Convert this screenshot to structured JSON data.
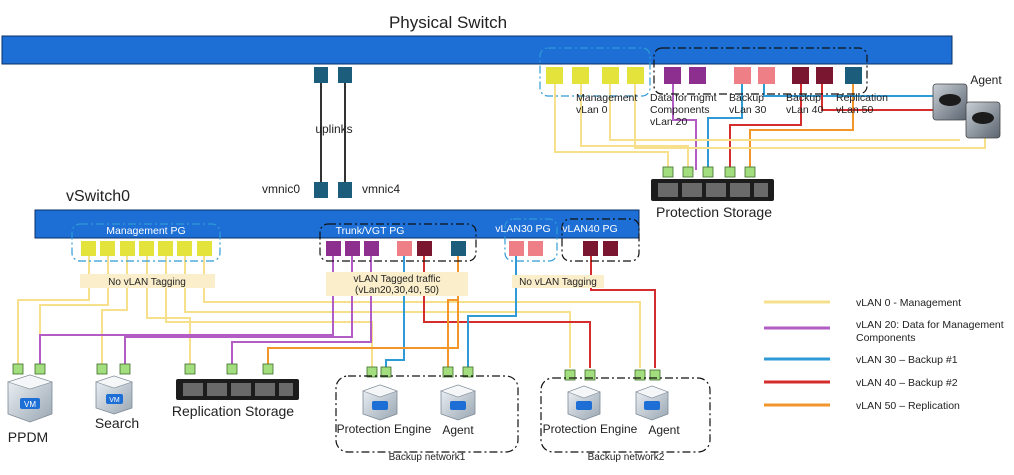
{
  "physical_switch": {
    "title": "Physical Switch"
  },
  "uplinks": {
    "label": "uplinks",
    "vmnic0": "vmnic0",
    "vmnic4": "vmnic4"
  },
  "vswitch": {
    "title": "vSwitch0"
  },
  "port_groups": {
    "management": "Management PG",
    "trunk": "Trunk/VGT PG",
    "vlan30": "vLAN30 PG",
    "vlan40": "vLAN40 PG"
  },
  "tags": {
    "no_tag_left": "No vLAN Tagging",
    "tagged_line1": "vLAN Tagged traffic",
    "tagged_line2": "(vLan20,30,40, 50)",
    "no_tag_right": "No vLAN Tagging"
  },
  "switch_groups": {
    "management": [
      "Management",
      "vLan 0"
    ],
    "data_mgmt": [
      "Data for mgmt",
      "Components",
      "vLan 20"
    ],
    "backup30": [
      "Backup",
      "vLan 30"
    ],
    "backup40": [
      "Backup",
      "vLan 40"
    ],
    "replication": [
      "Replication",
      "vLan 50"
    ]
  },
  "nodes": {
    "agent_top": "Agent",
    "protection_storage": "Protection Storage",
    "ppdm": "PPDM",
    "search": "Search",
    "replication_storage": "Replication Storage",
    "protection_engine_1": "Protection Engine",
    "agent_1": "Agent",
    "backup_network_1": "Backup network1",
    "protection_engine_2": "Protection Engine",
    "agent_2": "Agent",
    "backup_network_2": "Backup network2",
    "vm_label": "VM"
  },
  "legend": [
    {
      "label": "vLAN 0 - Management",
      "color": "#f7e08c"
    },
    {
      "label_line1": "vLAN 20: Data for Management",
      "label_line2": "Components",
      "color": "#b15dc4"
    },
    {
      "label": "vLAN 30 – Backup #1",
      "color": "#2f9bd6"
    },
    {
      "label": "vLAN 40 – Backup #2",
      "color": "#d42d2d"
    },
    {
      "label": "vLAN 50 – Replication",
      "color": "#f2952b"
    }
  ],
  "colors": {
    "switch_blue": "#1d6fd6",
    "port_yellow": "#e3e33b",
    "port_purple": "#8d2f8f",
    "port_pink": "#ef7f86",
    "port_maroon": "#7a1630",
    "port_teal": "#1b5d7a",
    "port_green": "#a3de7e"
  }
}
